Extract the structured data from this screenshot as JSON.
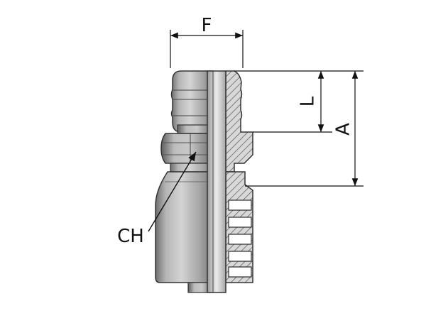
{
  "labels": {
    "width": "F",
    "length_small": "L",
    "length_total": "A",
    "hex": "CH"
  }
}
